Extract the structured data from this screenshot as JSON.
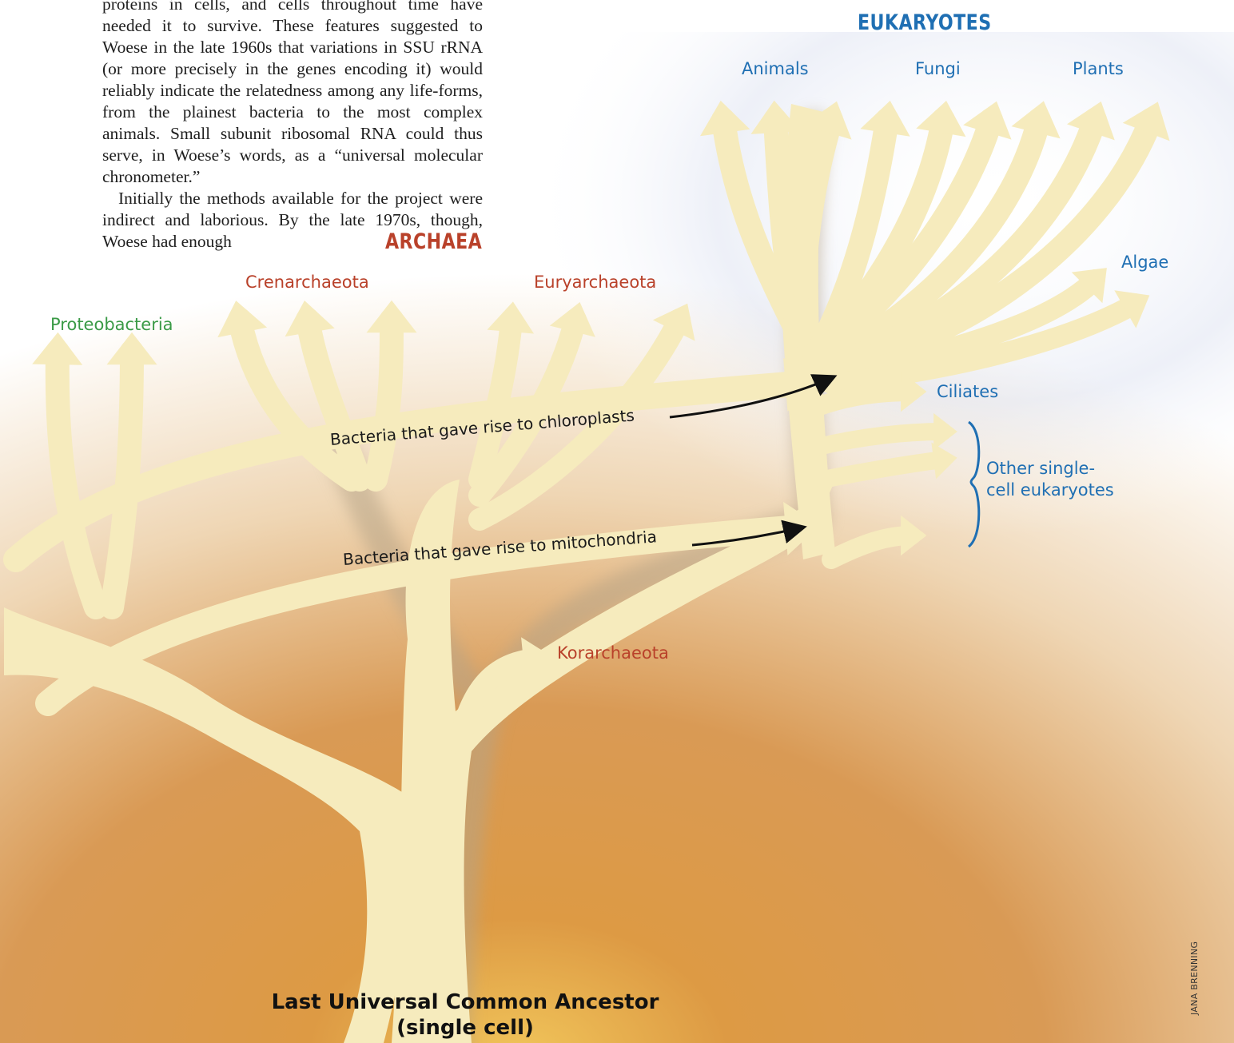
{
  "article": {
    "para1": "proteins in cells, and cells throughout time have needed it to survive. These features suggested to Woese in the late 1960s that variations in SSU rRNA (or more precisely in the genes encoding it) would reliably indicate the relatedness among any life-forms, from the plainest bacteria to the most complex animals. Small subunit ribosomal RNA could thus serve, in Woese’s words, as a “universal molecular chronometer.”",
    "para2": "Initially the methods available for the project were indirect and laborious. By the late 1970s, though, Woese had enough"
  },
  "domains": {
    "eukaryotes": "EUKARYOTES",
    "archaea": "ARCHAEA"
  },
  "eukaryote_groups": {
    "animals": "Animals",
    "fungi": "Fungi",
    "plants": "Plants",
    "algae": "Algae",
    "ciliates": "Ciliates",
    "other_single_cell": [
      "Other single-",
      "cell eukaryotes"
    ]
  },
  "archaea_groups": {
    "crenarchaeota": "Crenarchaeota",
    "euryarchaeota": "Euryarchaeota",
    "korarchaeota": "Korarchaeota"
  },
  "bacteria_groups": {
    "proteobacteria": "Proteobacteria",
    "chloroplasts": "Bacteria that gave rise to chloroplasts",
    "mitochondria": "Bacteria that gave rise to mitochondria"
  },
  "root": {
    "line1": "Last Universal Common Ancestor",
    "line2": "(single cell)"
  },
  "credit": "JANA BRENNING",
  "colors": {
    "branch": "#f6ebbd",
    "background_warm": "#d98e3c",
    "eukaryote_label": "#1f6fb3",
    "archaea_label": "#b9412a",
    "bacteria_label": "#3a9a46"
  }
}
